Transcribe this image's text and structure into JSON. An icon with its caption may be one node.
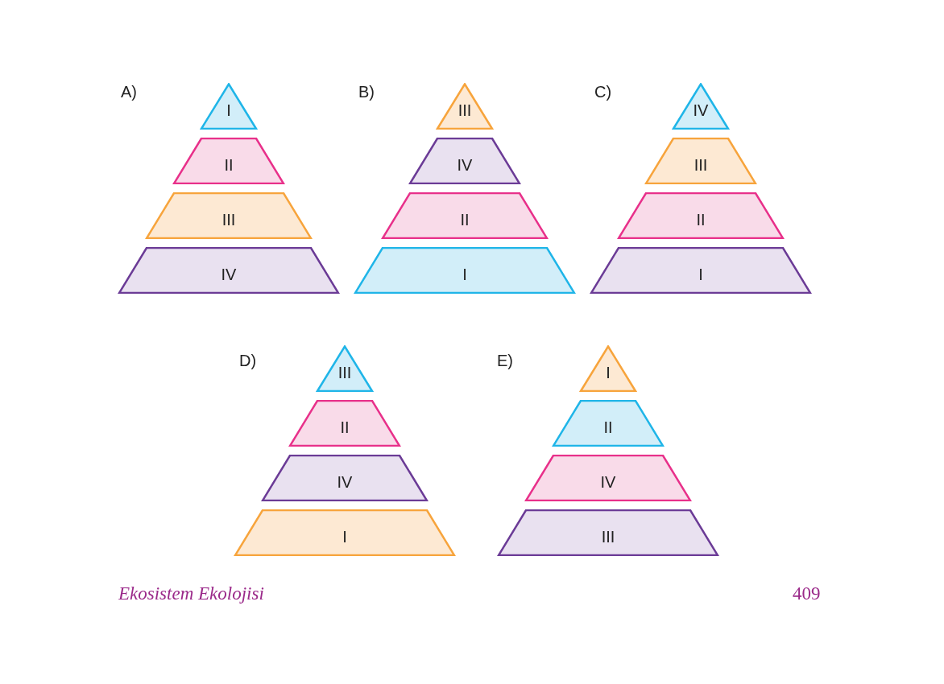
{
  "diagram": {
    "nodes": [
      {
        "text": [
          "I"
        ]
      },
      {
        "text": [
          "II"
        ]
      },
      {
        "text": [
          "III"
        ]
      },
      {
        "text": [
          "IV"
        ]
      },
      {
        "text": [
          "III"
        ]
      },
      {
        "text": [
          "IV"
        ]
      },
      {
        "text": [
          "II"
        ]
      },
      {
        "text": [
          "I"
        ]
      },
      {
        "text": [
          "IV"
        ]
      },
      {
        "text": [
          "III"
        ]
      },
      {
        "text": [
          "II"
        ]
      },
      {
        "text": [
          "I"
        ]
      },
      {
        "text": [
          "III"
        ]
      },
      {
        "text": [
          "II"
        ]
      },
      {
        "text": [
          "IV"
        ]
      },
      {
        "text": [
          "I"
        ]
      },
      {
        "text": [
          "I"
        ]
      },
      {
        "text": [
          "II"
        ]
      },
      {
        "text": [
          "IV"
        ]
      },
      {
        "text": [
          "III"
        ]
      }
    ],
    "labels": [
      "A)",
      "B)",
      "C)",
      "D)",
      "E)",
      "Ekosistem Ekolojisi",
      "409"
    ]
  }
}
